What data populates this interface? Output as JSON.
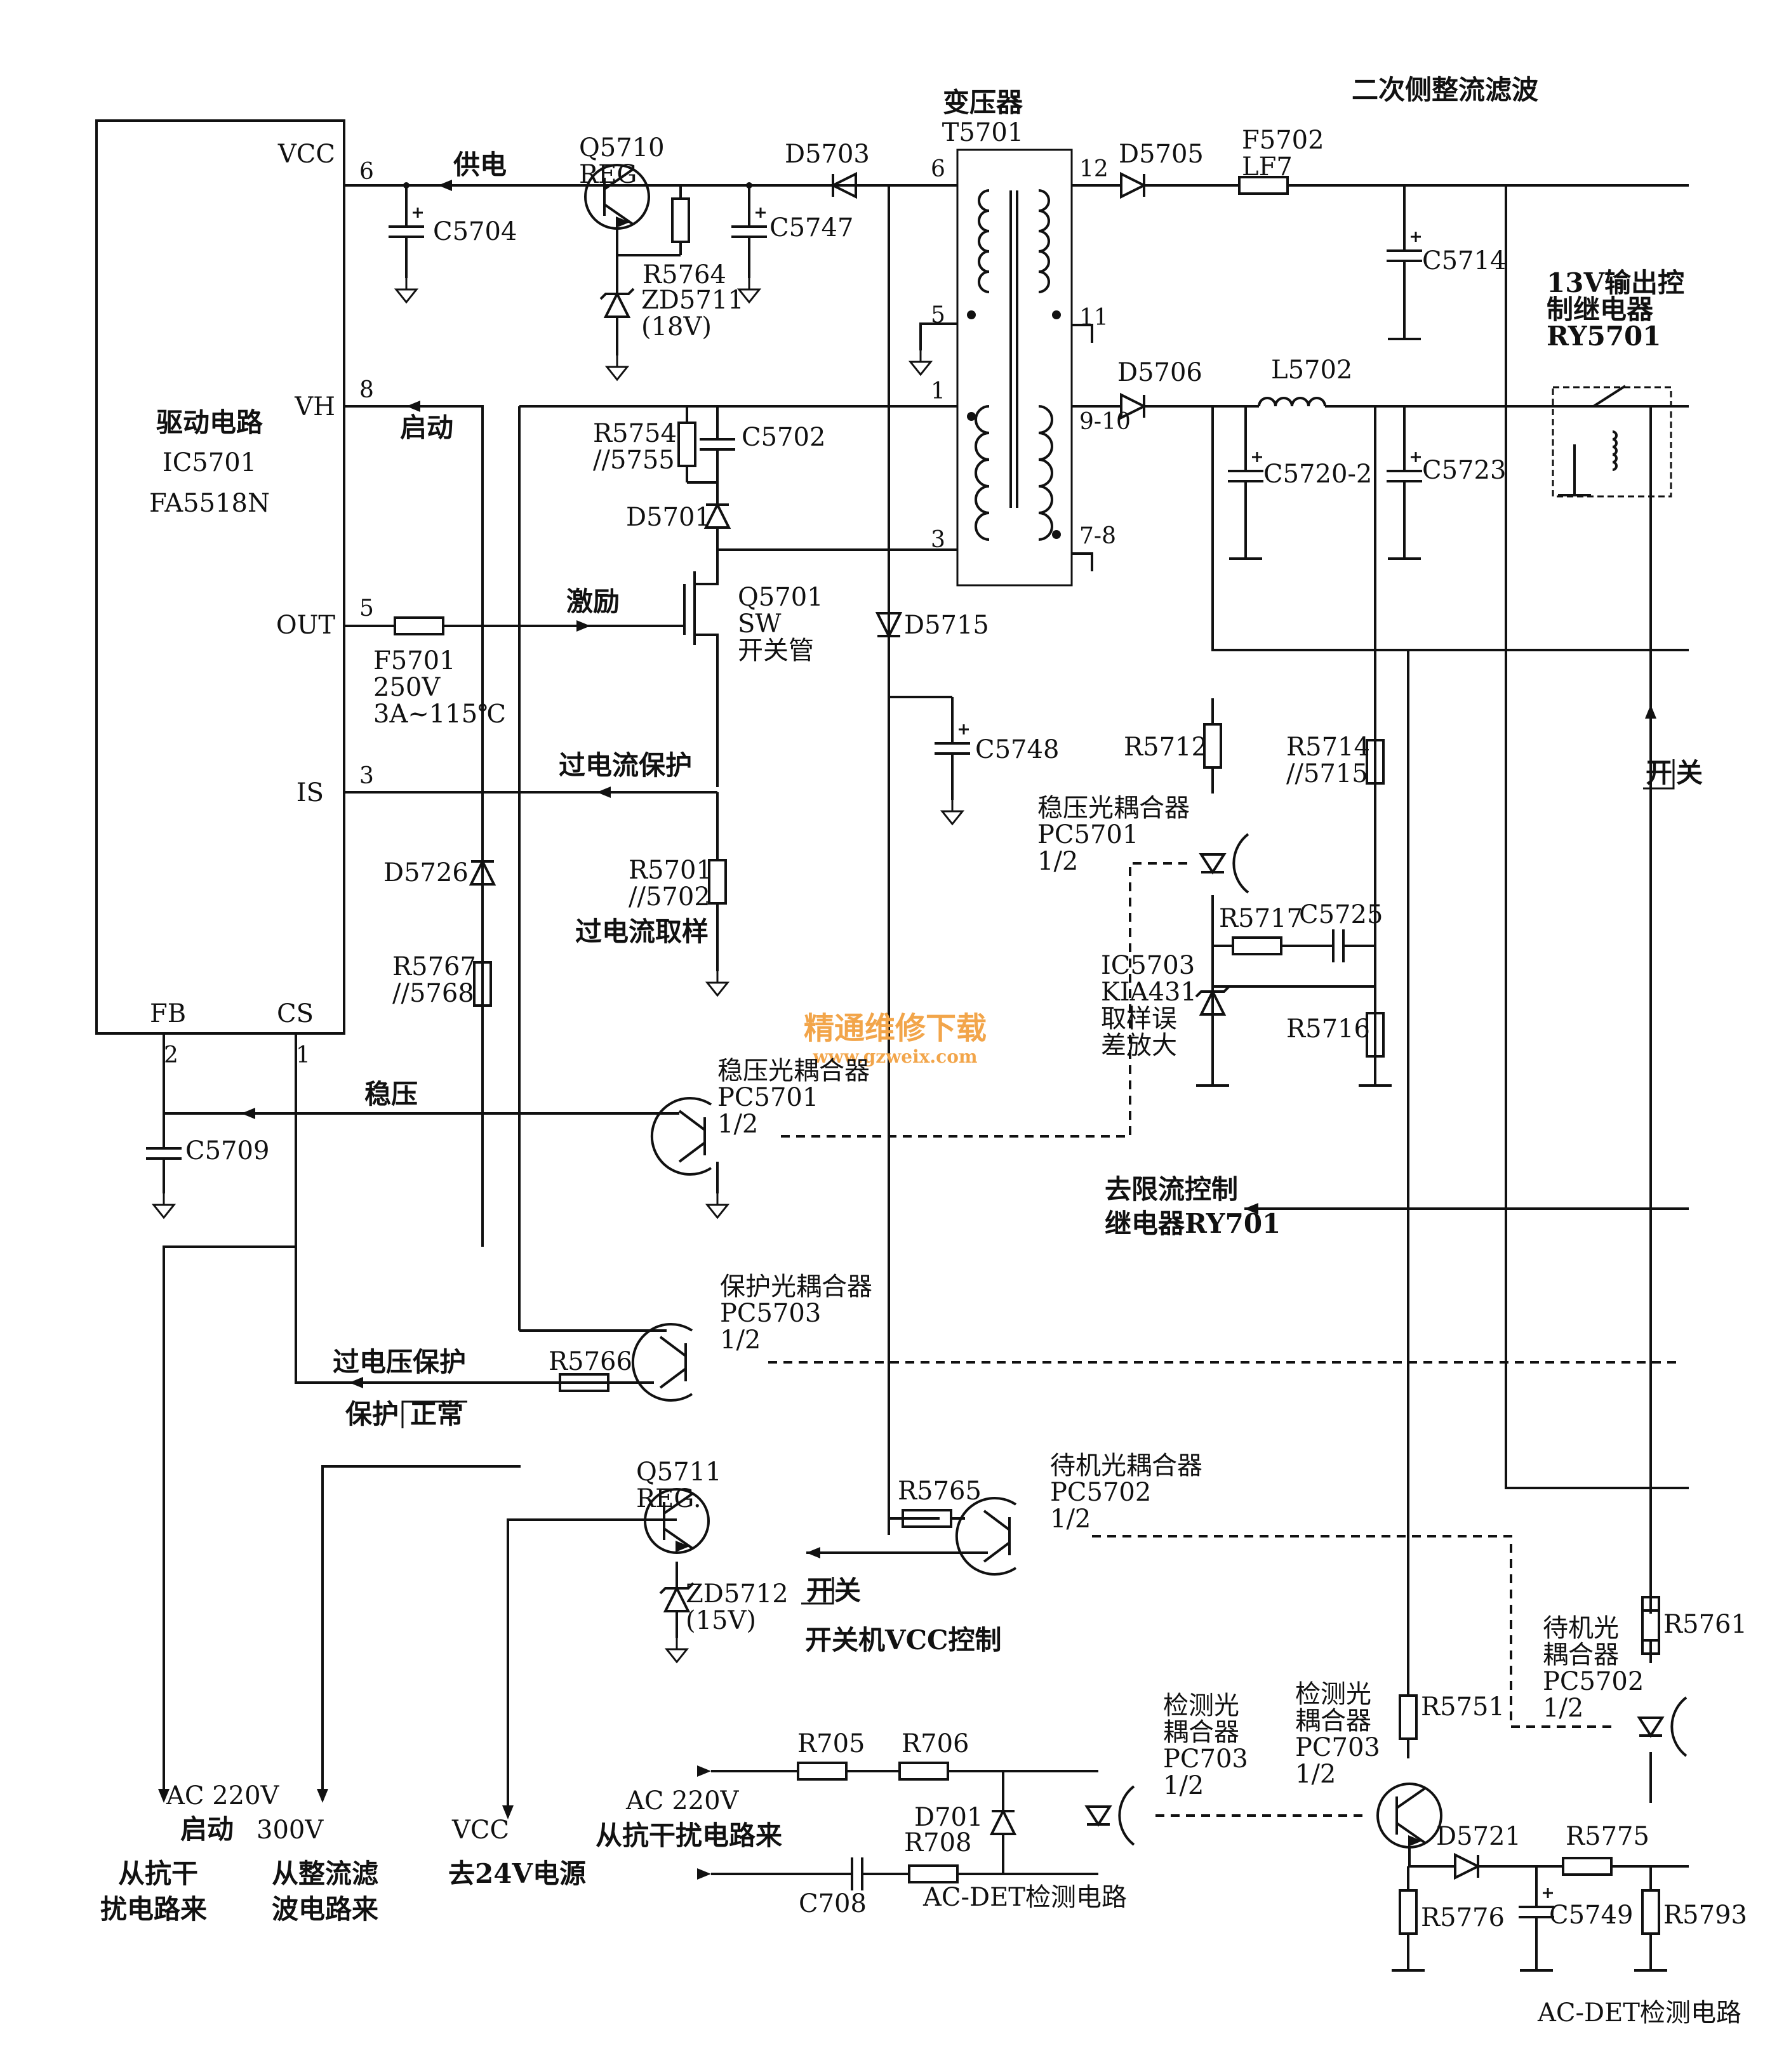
{
  "ic": {
    "lines": [
      "驱动电路",
      "IC5701",
      "FA5518N"
    ],
    "pins": {
      "vcc": "VCC",
      "vh": "VH",
      "out": "OUT",
      "is": "IS",
      "fb": "FB",
      "cs": "CS"
    },
    "pin_numbers": {
      "vcc": "6",
      "vh": "8",
      "out": "5",
      "is": "3",
      "fb": "2",
      "cs": "1"
    }
  },
  "section_titles": {
    "secondary": "二次侧整流滤波",
    "transformer_title": "变压器",
    "transformer_ref": "T5701"
  },
  "signals": {
    "supply": "供电",
    "start": "启动",
    "drive": "激励",
    "ocp": "过电流保护",
    "ocp_sample": "过电流取样",
    "regulation": "稳压",
    "ovp": "过电压保护",
    "protect": "保护",
    "normal": "正常",
    "switch_open": "开",
    "switch_close": "关",
    "power_vcc_ctrl": "开关机VCC控制",
    "limit_relay_l1": "去限流控制",
    "limit_relay_l2": "继电器RY701"
  },
  "components": {
    "q5710": [
      "Q5710",
      "REG"
    ],
    "c5704": "C5704",
    "d5703": "D5703",
    "c5747": "C5747",
    "r5764": "R5764",
    "zd5711": [
      "ZD5711",
      "(18V)"
    ],
    "r5754": [
      "R5754",
      "//5755"
    ],
    "c5702": "C5702",
    "d5701": "D5701",
    "q5701": [
      "Q5701",
      "SW",
      "开关管"
    ],
    "f5701": [
      "F5701",
      "250V",
      "3A~115℃"
    ],
    "d5715": "D5715",
    "c5748": "C5748",
    "r5701": [
      "R5701",
      "//5702"
    ],
    "d5726": "D5726",
    "r5767": [
      "R5767",
      "//5768"
    ],
    "c5709": "C5709",
    "d5705": "D5705",
    "f5702": [
      "F5702",
      "LF7"
    ],
    "c5714": "C5714",
    "ry5701": [
      "13V输出控",
      "制继电器",
      "RY5701"
    ],
    "d5706": "D5706",
    "l5702": "L5702",
    "c5720": "C5720-2",
    "c5723": "C5723",
    "r5712": "R5712",
    "r5714": [
      "R5714",
      "//5715"
    ],
    "pc5701_led": [
      "稳压光耦合器",
      "PC5701",
      "1/2"
    ],
    "r5717": "R5717",
    "c5725": "C5725",
    "ic5703": [
      "IC5703",
      "KIA431",
      "取样误",
      "差放大"
    ],
    "r5716": "R5716",
    "pc5701_tr": [
      "稳压光耦合器",
      "PC5701",
      "1/2"
    ],
    "pc5703": [
      "保护光耦合器",
      "PC5703",
      "1/2"
    ],
    "r5766": "R5766",
    "q5711": [
      "Q5711",
      "REG."
    ],
    "r5765": "R5765",
    "pc5702_tr": [
      "待机光耦合器",
      "PC5702",
      "1/2"
    ],
    "zd5712": [
      "ZD5712",
      "(15V)"
    ],
    "pc5702_led": [
      "待机光",
      "耦合器",
      "PC5702",
      "1/2"
    ],
    "r5761": "R5761",
    "r5751": "R5751",
    "pc703_led": [
      "检测光",
      "耦合器",
      "PC703",
      "1/2"
    ],
    "pc703_tr": [
      "检测光",
      "耦合器",
      "PC703",
      "1/2"
    ],
    "r705": "R705",
    "r706": "R706",
    "d701": "D701",
    "r708": "R708",
    "c708": "C708",
    "d5721": "D5721",
    "r5775": "R5775",
    "r5776": "R5776",
    "c5749": "C5749",
    "r5793": "R5793"
  },
  "transformer_pins": {
    "p6": "6",
    "p5": "5",
    "p1": "1",
    "p3": "3",
    "p12": "12",
    "p11": "11",
    "p9_10": "9-10",
    "p7_8": "7-8"
  },
  "inputs": {
    "ac_start": [
      "AC 220V",
      "启动"
    ],
    "ac_from_l1": "从抗干",
    "ac_from_l2": "扰电路来",
    "v300": "300V",
    "v300_from_l1": "从整流滤",
    "v300_from_l2": "波电路来",
    "vcc_out": "VCC",
    "to_24v": "去24V电源",
    "ac_det_in_l1": "AC 220V",
    "ac_det_in_l2": "从抗干扰电路来",
    "ac_det_circuit": "AC-DET检测电路",
    "ac_det_circuit2": "AC-DET检测电路"
  },
  "watermark": {
    "text": "精通维修下载",
    "url": "www.gzweix.com"
  }
}
